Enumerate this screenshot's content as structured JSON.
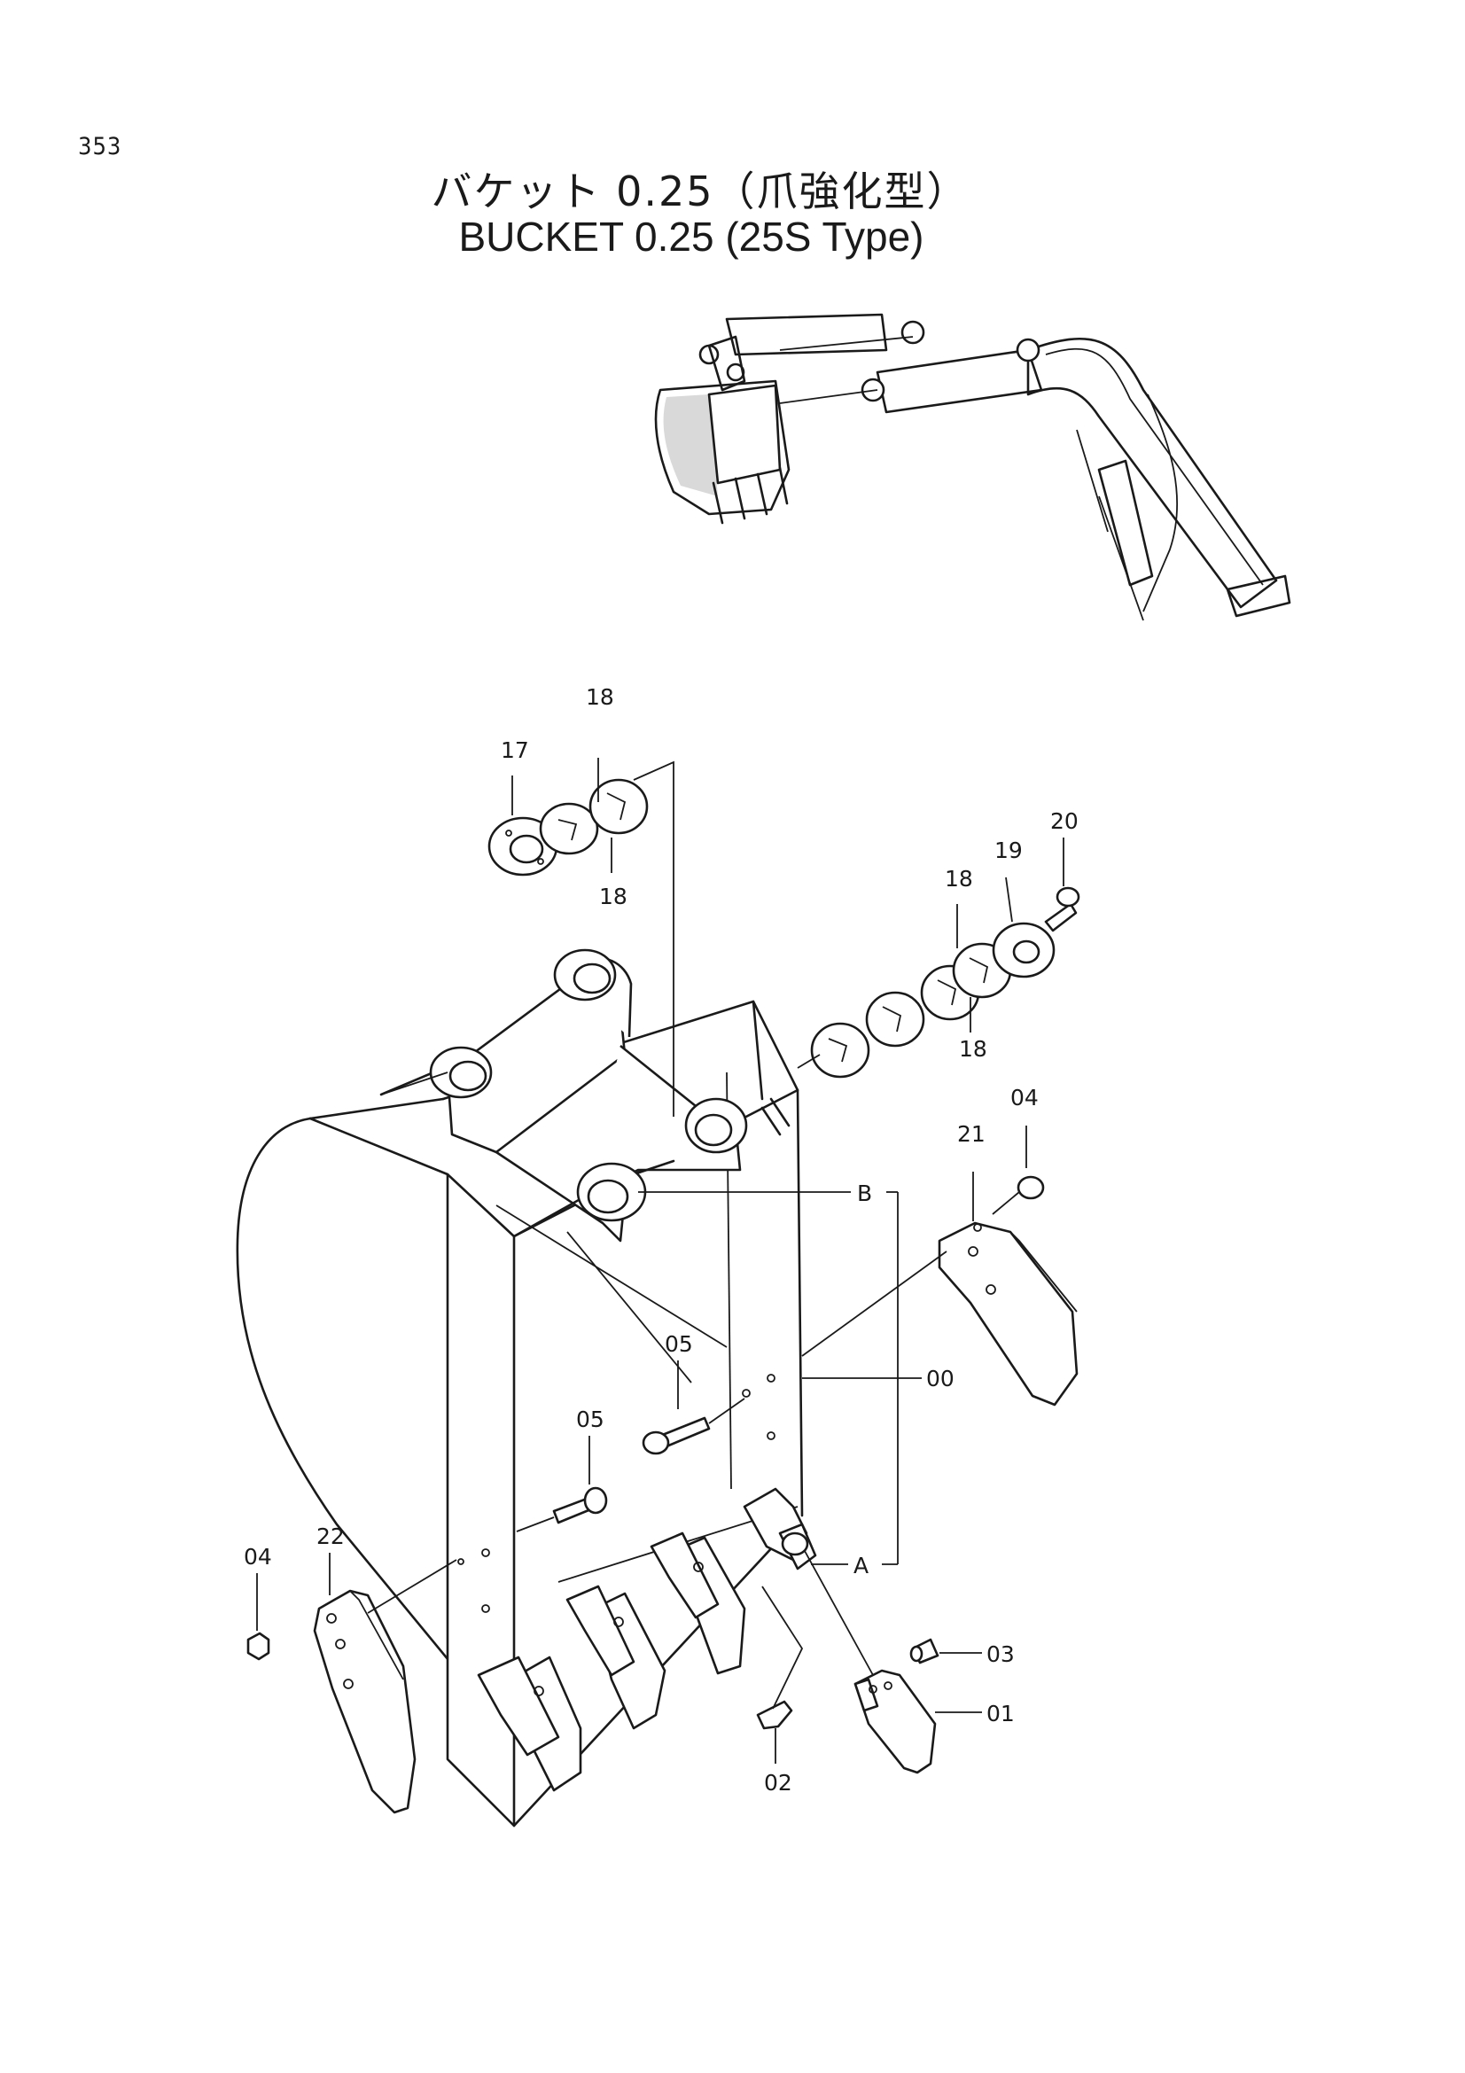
{
  "page": {
    "number": "353"
  },
  "title": {
    "japanese": "バケット 0.25（爪強化型）",
    "english": "BUCKET  0.25  (25S Type)"
  },
  "callouts": [
    {
      "id": "c18a",
      "text": "18"
    },
    {
      "id": "c17",
      "text": "17"
    },
    {
      "id": "c18b",
      "text": "18"
    },
    {
      "id": "c20",
      "text": "20"
    },
    {
      "id": "c19",
      "text": "19"
    },
    {
      "id": "c18c",
      "text": "18"
    },
    {
      "id": "c18d",
      "text": "18"
    },
    {
      "id": "c04a",
      "text": "04"
    },
    {
      "id": "c21",
      "text": "21"
    },
    {
      "id": "cB",
      "text": "B"
    },
    {
      "id": "c05a",
      "text": "05"
    },
    {
      "id": "c00",
      "text": "00"
    },
    {
      "id": "c05b",
      "text": "05"
    },
    {
      "id": "c22",
      "text": "22"
    },
    {
      "id": "c04b",
      "text": "04"
    },
    {
      "id": "cA",
      "text": "A"
    },
    {
      "id": "c03",
      "text": "03"
    },
    {
      "id": "c01",
      "text": "01"
    },
    {
      "id": "c02",
      "text": "02"
    }
  ]
}
